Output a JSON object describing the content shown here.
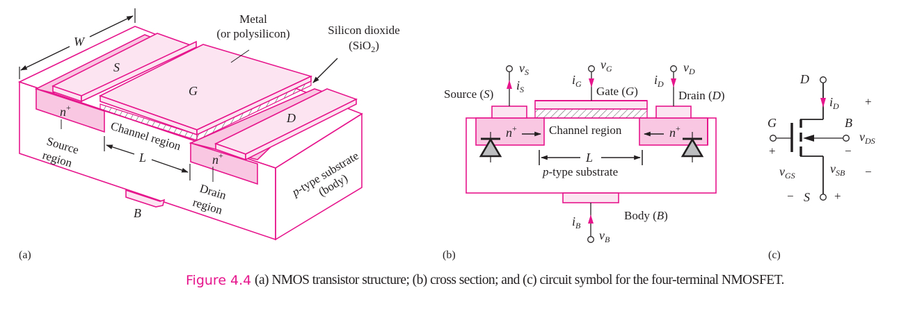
{
  "figure": {
    "number_label": "Figure 4.4",
    "caption": "(a) NMOS transistor structure; (b) cross section; and (c) circuit symbol for the four-terminal NMOSFET.",
    "accent_color": "#e6158c",
    "fill_light": "#fde4f1",
    "fill_medium": "#f9c7e2"
  },
  "panel_a": {
    "tag": "(a)",
    "width_label": "W",
    "length_label": "L",
    "metal_label_1": "Metal",
    "metal_label_2": "(or polysilicon)",
    "oxide_label_1": "Silicon dioxide",
    "oxide_label_2": "(SiO",
    "oxide_sub": "2",
    "oxide_close": ")",
    "source_terminal": "S",
    "gate_terminal": "G",
    "drain_terminal": "D",
    "body_terminal": "B",
    "n_plus": "n",
    "plus": "+",
    "source_region_1": "Source",
    "source_region_2": "region",
    "drain_region_1": "Drain",
    "drain_region_2": "region",
    "channel_label": "Channel region",
    "substrate_1_italic": "p",
    "substrate_1_rest": "-type substrate",
    "substrate_2": "(body)"
  },
  "panel_b": {
    "tag": "(b)",
    "source_label": "Source (",
    "gate_label": "Gate (",
    "drain_label": "Drain (",
    "body_label": "Body (",
    "S": "S",
    "G": "G",
    "D": "D",
    "B": "B",
    "close": ")",
    "v": "v",
    "i": "i",
    "channel_label": "Channel region",
    "L": "L",
    "substrate_italic": "p",
    "substrate_rest": "-type substrate",
    "n_plus": "n",
    "plus": "+"
  },
  "panel_c": {
    "tag": "(c)",
    "D": "D",
    "G": "G",
    "B": "B",
    "S": "S",
    "i": "i",
    "v": "v",
    "sub_D": "D",
    "sub_DS": "DS",
    "sub_GS": "GS",
    "sub_SB": "SB",
    "plus": "+",
    "minus": "−"
  }
}
